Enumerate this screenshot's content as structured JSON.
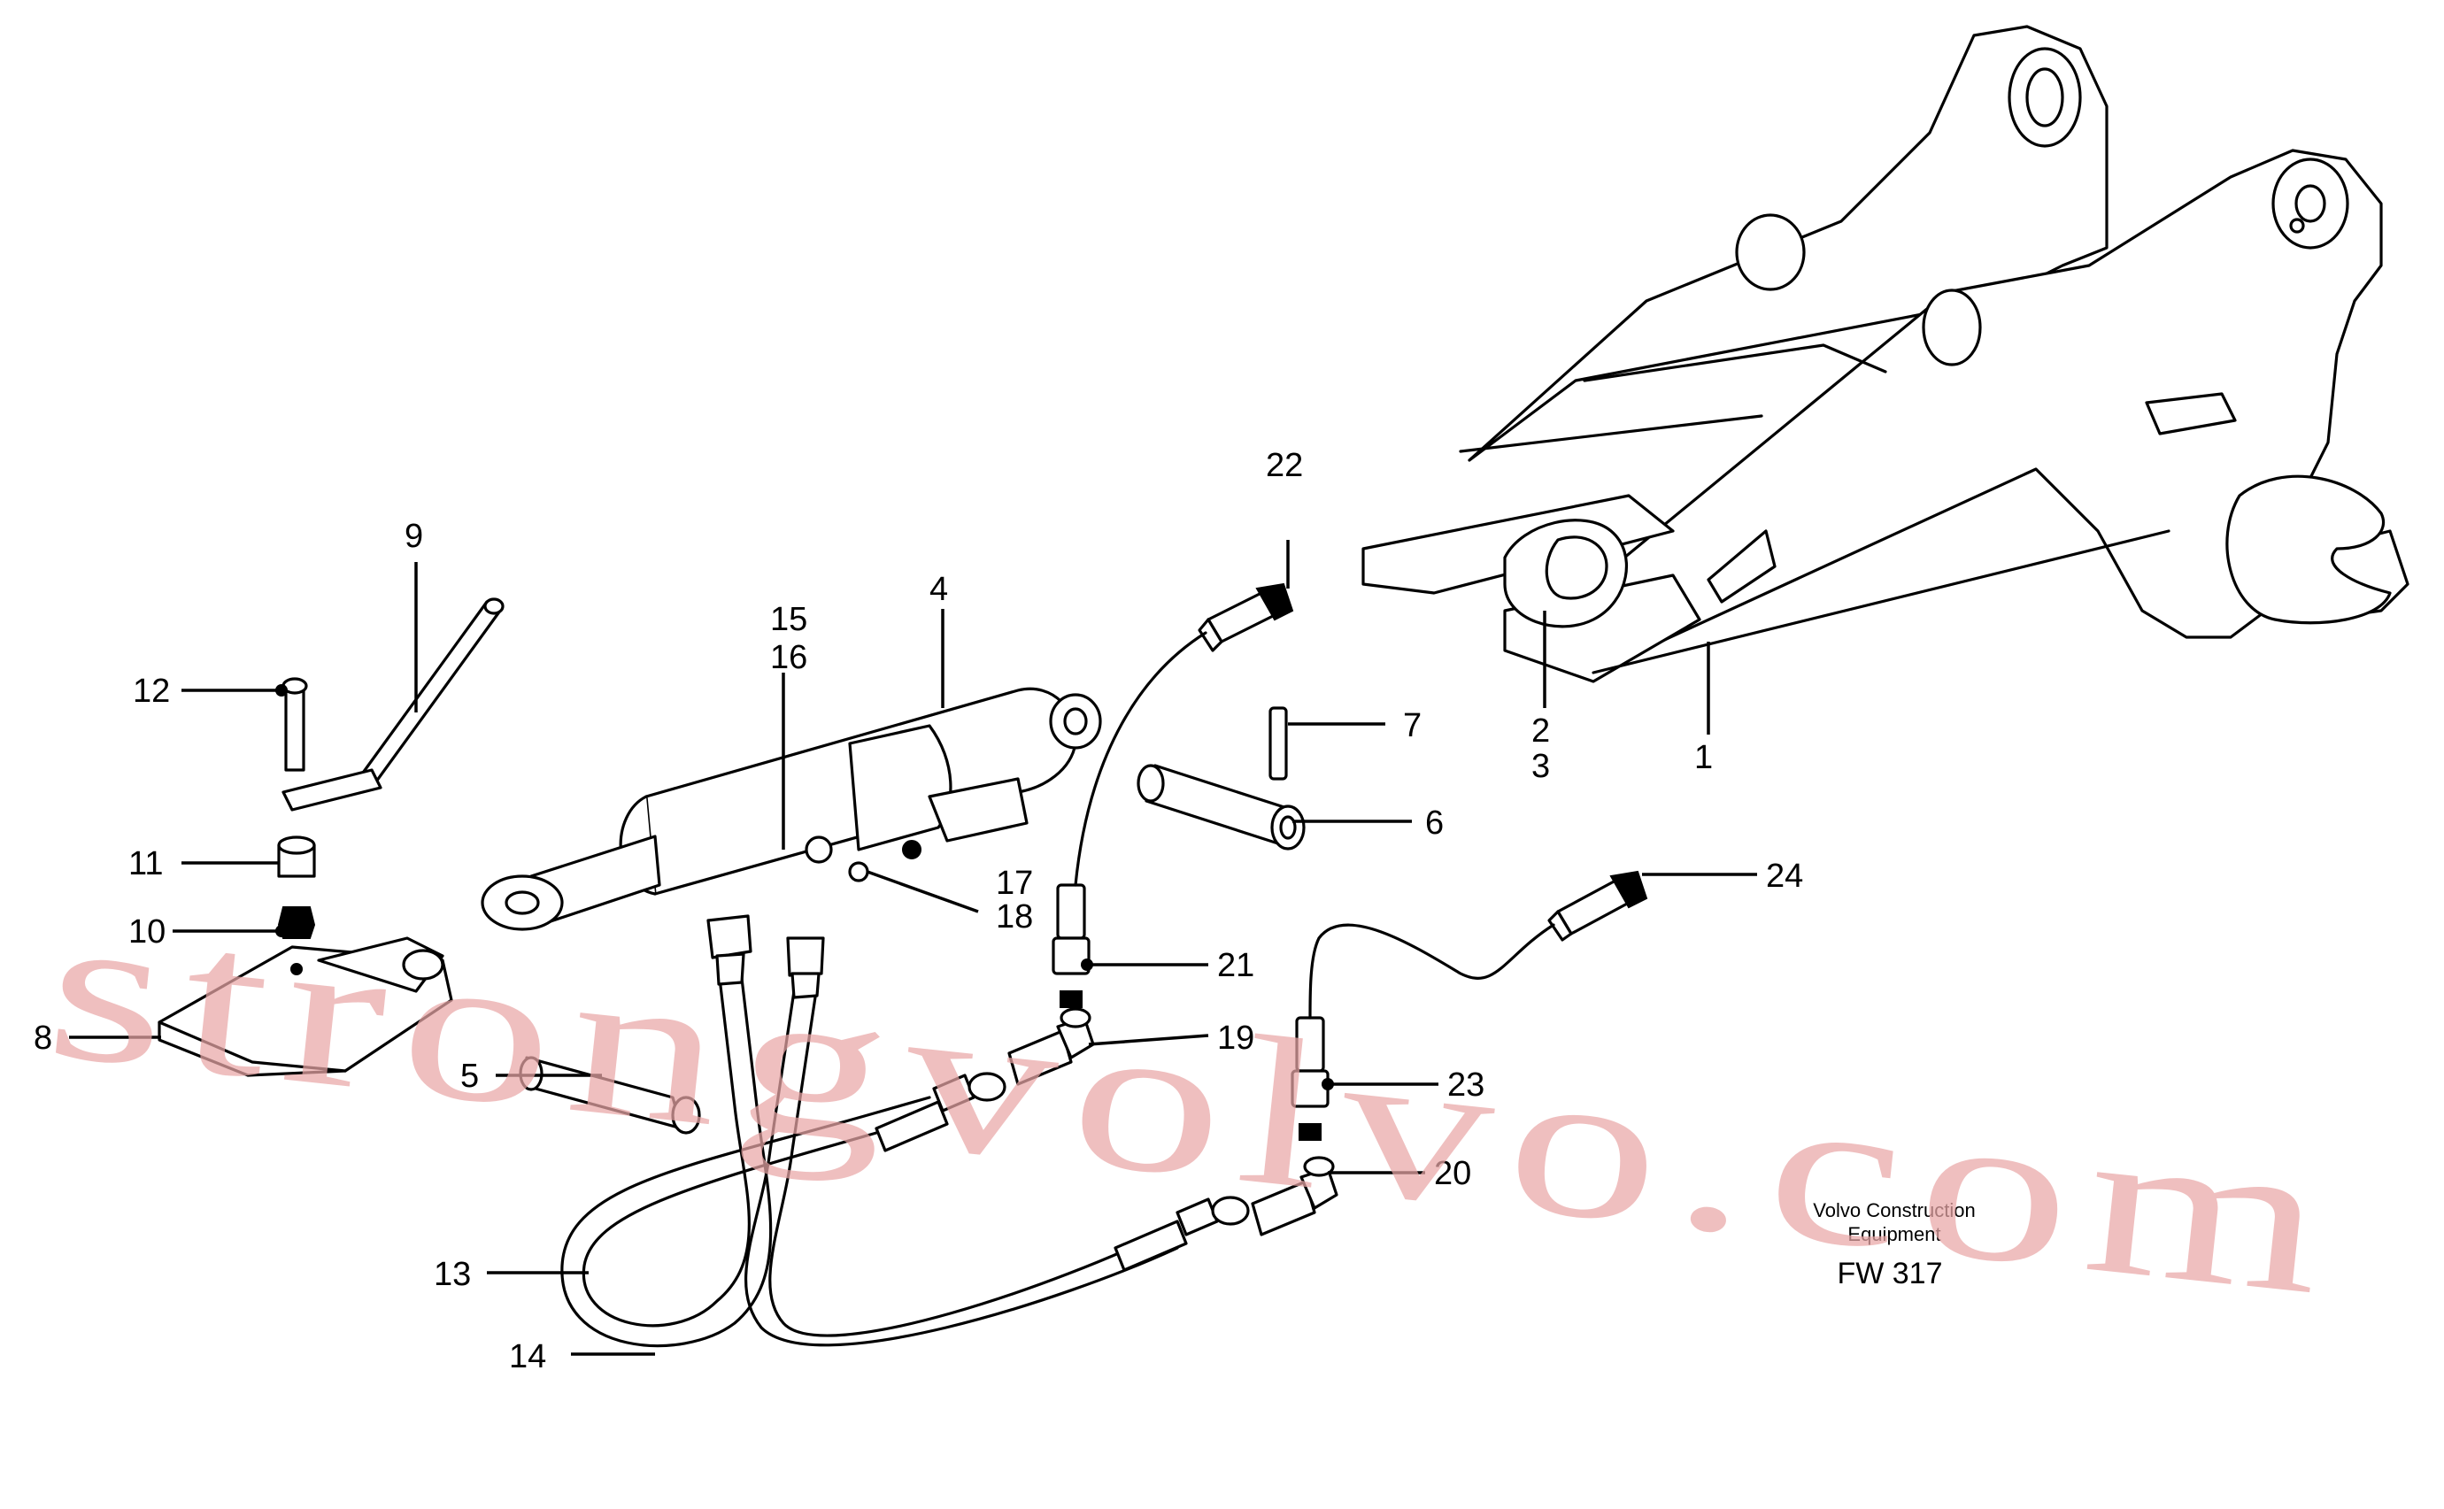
{
  "callouts": {
    "c1": "1",
    "c2": "2",
    "c3": "3",
    "c4": "4",
    "c5": "5",
    "c6": "6",
    "c7": "7",
    "c8": "8",
    "c9": "9",
    "c10": "10",
    "c11": "11",
    "c12": "12",
    "c13": "13",
    "c14": "14",
    "c15": "15",
    "c16": "16",
    "c17": "17",
    "c18": "18",
    "c19": "19",
    "c20": "20",
    "c21": "21",
    "c22": "22",
    "c23": "23",
    "c24": "24"
  },
  "caption": {
    "line1": "Volvo Construction",
    "line2": "Equipment",
    "code": "FW 317"
  },
  "watermark": "strongvolvo.com",
  "colors": {
    "ink": "#000000",
    "watermark": "#e9a6a6",
    "background": "#ffffff"
  }
}
